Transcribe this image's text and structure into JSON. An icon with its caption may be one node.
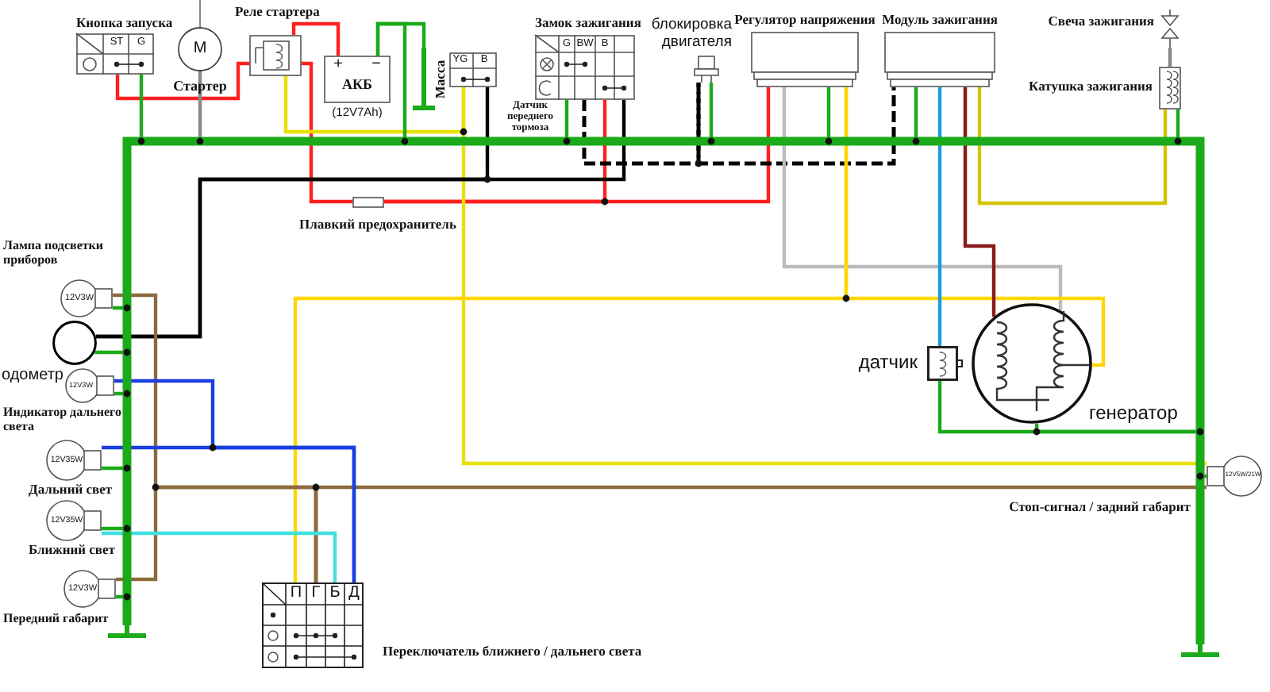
{
  "diagram": {
    "nodes": [
      {
        "text": [
          "Кнопка запуска",
          "ST",
          "G"
        ]
      },
      {
        "text": [
          "M",
          "Стартер"
        ]
      },
      {
        "text": [
          "Реле стартера"
        ]
      },
      {
        "text": [
          "+",
          "−",
          "АКБ",
          "(12V7Ah)"
        ]
      },
      {
        "text": [
          "Масса"
        ]
      },
      {
        "text": [
          "YG",
          "B",
          "Датчик переднего тормоза"
        ]
      },
      {
        "text": [
          "Замок зажигания",
          "G",
          "BW",
          "B"
        ]
      },
      {
        "text": [
          "блокировка двигателя"
        ]
      },
      {
        "text": [
          "Регулятор напряжения"
        ]
      },
      {
        "text": [
          "Модуль зажигания"
        ]
      },
      {
        "text": [
          "Свеча зажигания"
        ]
      },
      {
        "text": [
          "Катушка зажигания"
        ]
      },
      {
        "text": [
          "Плавкий предохранитель"
        ]
      },
      {
        "text": [
          "Лампа подсветки приборов",
          "12V3W"
        ]
      },
      {
        "text": [
          "одометр"
        ]
      },
      {
        "text": [
          "12V3W",
          "Индикатор дальнего света"
        ]
      },
      {
        "text": [
          "12V35W",
          "Дальний свет"
        ]
      },
      {
        "text": [
          "12V35W",
          "Ближний свет"
        ]
      },
      {
        "text": [
          "12V3W",
          "Передний габарит"
        ]
      },
      {
        "text": [
          "П",
          "Г",
          "Б",
          "Д",
          "Переключатель ближнего / дальнего света"
        ]
      },
      {
        "text": [
          "датчик"
        ]
      },
      {
        "text": [
          "генератор"
        ]
      },
      {
        "text": [
          "12V5W/21W",
          "Стоп-сигнал / задний габарит"
        ]
      },
      {
        "text": [],
        "shape": "ground"
      },
      {
        "text": [],
        "shape": "ground"
      }
    ],
    "edges": [
      {
        "from": 0,
        "to": 2,
        "arrow": "none",
        "color": "#ff2020"
      },
      {
        "from": 0,
        "to": 23,
        "arrow": "none"
      },
      {
        "from": 1,
        "to": 23,
        "arrow": "none",
        "color": "#888888"
      },
      {
        "from": 2,
        "to": 3,
        "arrow": "none",
        "color": "#ff2020"
      },
      {
        "from": 2,
        "to": 12,
        "arrow": "none",
        "color": "#ff2020"
      },
      {
        "from": 12,
        "to": 6,
        "arrow": "none",
        "color": "#ff2020"
      },
      {
        "from": 12,
        "to": 8,
        "arrow": "none",
        "color": "#ff2020"
      },
      {
        "from": 2,
        "to": 5,
        "arrow": "none",
        "color": "#e8e000"
      },
      {
        "from": 5,
        "to": 22,
        "arrow": "none",
        "color": "#e8e000"
      },
      {
        "from": 3,
        "to": 4,
        "arrow": "none"
      },
      {
        "from": 3,
        "to": 23,
        "arrow": "none"
      },
      {
        "from": 5,
        "to": 14,
        "arrow": "none",
        "color": "#000000"
      },
      {
        "from": 6,
        "to": 14,
        "arrow": "none",
        "color": "#000000"
      },
      {
        "from": 6,
        "to": 23,
        "arrow": "none"
      },
      {
        "from": 6,
        "to": 7,
        "arrow": "none",
        "style": "dashed",
        "color": "#000000"
      },
      {
        "from": 7,
        "to": 9,
        "arrow": "none",
        "style": "dashed",
        "color": "#000000"
      },
      {
        "from": 7,
        "to": 24,
        "arrow": "none"
      },
      {
        "from": 8,
        "to": 24,
        "arrow": "none"
      },
      {
        "from": 8,
        "to": 21,
        "arrow": "none",
        "color": "#bbbbbb"
      },
      {
        "from": 8,
        "to": 19,
        "arrow": "none",
        "color": "#ffd700"
      },
      {
        "from": 8,
        "to": 21,
        "arrow": "none",
        "color": "#ffd700"
      },
      {
        "from": 9,
        "to": 24,
        "arrow": "none"
      },
      {
        "from": 9,
        "to": 20,
        "arrow": "none",
        "color": "#1e9be0"
      },
      {
        "from": 9,
        "to": 21,
        "arrow": "none",
        "color": "#8b1a1a"
      },
      {
        "from": 9,
        "to": 11,
        "arrow": "none",
        "color": "#d4c400"
      },
      {
        "from": 11,
        "to": 10,
        "arrow": "none",
        "color": "#888888"
      },
      {
        "from": 11,
        "to": 24,
        "arrow": "none"
      },
      {
        "from": 20,
        "to": 24,
        "arrow": "none"
      },
      {
        "from": 21,
        "to": 24,
        "arrow": "none"
      },
      {
        "from": 13,
        "to": 23,
        "arrow": "none"
      },
      {
        "from": 14,
        "to": 23,
        "arrow": "none"
      },
      {
        "from": 15,
        "to": 23,
        "arrow": "none"
      },
      {
        "from": 16,
        "to": 23,
        "arrow": "none"
      },
      {
        "from": 17,
        "to": 23,
        "arrow": "none"
      },
      {
        "from": 18,
        "to": 23,
        "arrow": "none"
      },
      {
        "from": 19,
        "to": 13,
        "arrow": "none",
        "color": "#8b6b3d"
      },
      {
        "from": 19,
        "to": 18,
        "arrow": "none",
        "color": "#8b6b3d"
      },
      {
        "from": 19,
        "to": 22,
        "arrow": "none",
        "color": "#8b6b3d"
      },
      {
        "from": 15,
        "to": 19,
        "arrow": "none",
        "color": "#1a3fe0"
      },
      {
        "from": 16,
        "to": 19,
        "arrow": "none",
        "color": "#1a3fe0"
      },
      {
        "from": 17,
        "to": 19,
        "arrow": "none",
        "color": "#40e0e0"
      },
      {
        "from": 22,
        "to": 24,
        "arrow": "none"
      },
      {
        "from": 23,
        "to": 24,
        "arrow": "none",
        "style": "thick"
      }
    ]
  }
}
